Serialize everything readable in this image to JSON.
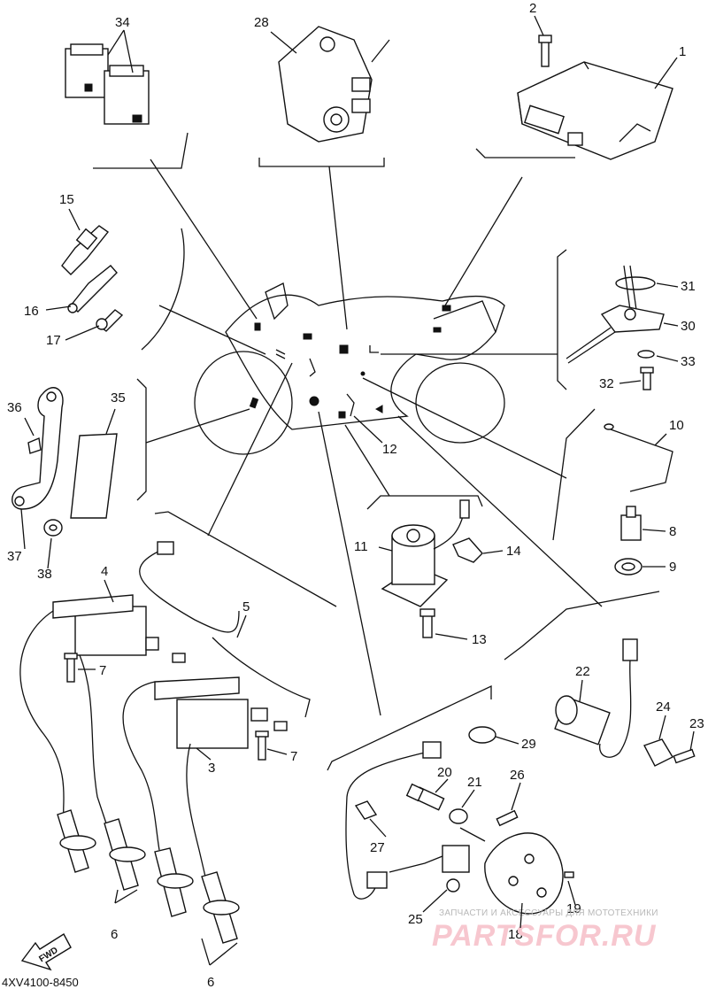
{
  "document_id": "4XV4100-8450",
  "direction_label": "FWD",
  "watermark": {
    "caption": "ЗАПЧАСТИ И АКСЕССУАРЫ ДЛЯ МОТОТЕХНИКИ",
    "brand": "PARTSFOR.RU",
    "color": "#f7c7cf"
  },
  "colors": {
    "ink": "#111111",
    "paper": "#ffffff"
  },
  "callouts": [
    {
      "id": "n1",
      "text": "1"
    },
    {
      "id": "n2",
      "text": "2"
    },
    {
      "id": "n3",
      "text": "3"
    },
    {
      "id": "n4",
      "text": "4"
    },
    {
      "id": "n5",
      "text": "5"
    },
    {
      "id": "n6a",
      "text": "6"
    },
    {
      "id": "n6b",
      "text": "6"
    },
    {
      "id": "n7a",
      "text": "7"
    },
    {
      "id": "n7b",
      "text": "7"
    },
    {
      "id": "n8",
      "text": "8"
    },
    {
      "id": "n9",
      "text": "9"
    },
    {
      "id": "n10",
      "text": "10"
    },
    {
      "id": "n11",
      "text": "11"
    },
    {
      "id": "n12",
      "text": "12"
    },
    {
      "id": "n13",
      "text": "13"
    },
    {
      "id": "n14",
      "text": "14"
    },
    {
      "id": "n15",
      "text": "15"
    },
    {
      "id": "n16",
      "text": "16"
    },
    {
      "id": "n17",
      "text": "17"
    },
    {
      "id": "n18",
      "text": "18"
    },
    {
      "id": "n19",
      "text": "19"
    },
    {
      "id": "n20",
      "text": "20"
    },
    {
      "id": "n21",
      "text": "21"
    },
    {
      "id": "n22",
      "text": "22"
    },
    {
      "id": "n23",
      "text": "23"
    },
    {
      "id": "n24",
      "text": "24"
    },
    {
      "id": "n25",
      "text": "25"
    },
    {
      "id": "n26",
      "text": "26"
    },
    {
      "id": "n27",
      "text": "27"
    },
    {
      "id": "n28",
      "text": "28"
    },
    {
      "id": "n29",
      "text": "29"
    },
    {
      "id": "n30",
      "text": "30"
    },
    {
      "id": "n31",
      "text": "31"
    },
    {
      "id": "n32",
      "text": "32"
    },
    {
      "id": "n33",
      "text": "33"
    },
    {
      "id": "n34",
      "text": "34"
    },
    {
      "id": "n35",
      "text": "35"
    },
    {
      "id": "n36",
      "text": "36"
    },
    {
      "id": "n37",
      "text": "37"
    },
    {
      "id": "n38",
      "text": "38"
    }
  ]
}
